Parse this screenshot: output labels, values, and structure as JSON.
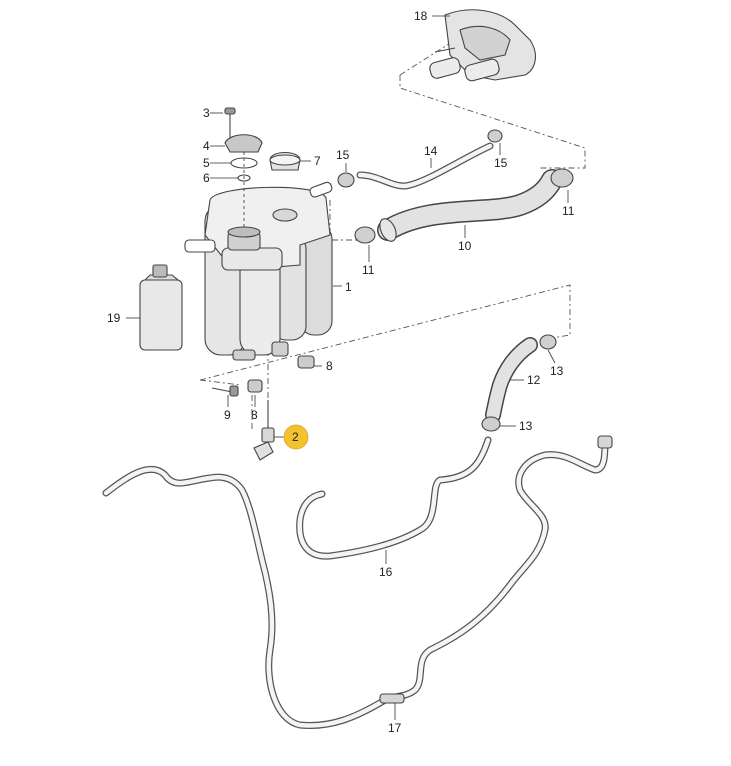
{
  "diagram": {
    "highlight_color": "#F2C230",
    "highlighted_callout": "2",
    "callouts": {
      "c1": "1",
      "c2": "2",
      "c3": "3",
      "c4": "4",
      "c5": "5",
      "c6": "6",
      "c7": "7",
      "c8a": "8",
      "c8b": "8",
      "c9": "9",
      "c10": "10",
      "c11a": "11",
      "c11b": "11",
      "c12": "12",
      "c13a": "13",
      "c13b": "13",
      "c14": "14",
      "c15a": "15",
      "c15b": "15",
      "c16": "16",
      "c17": "17",
      "c18": "18",
      "c19": "19"
    }
  }
}
